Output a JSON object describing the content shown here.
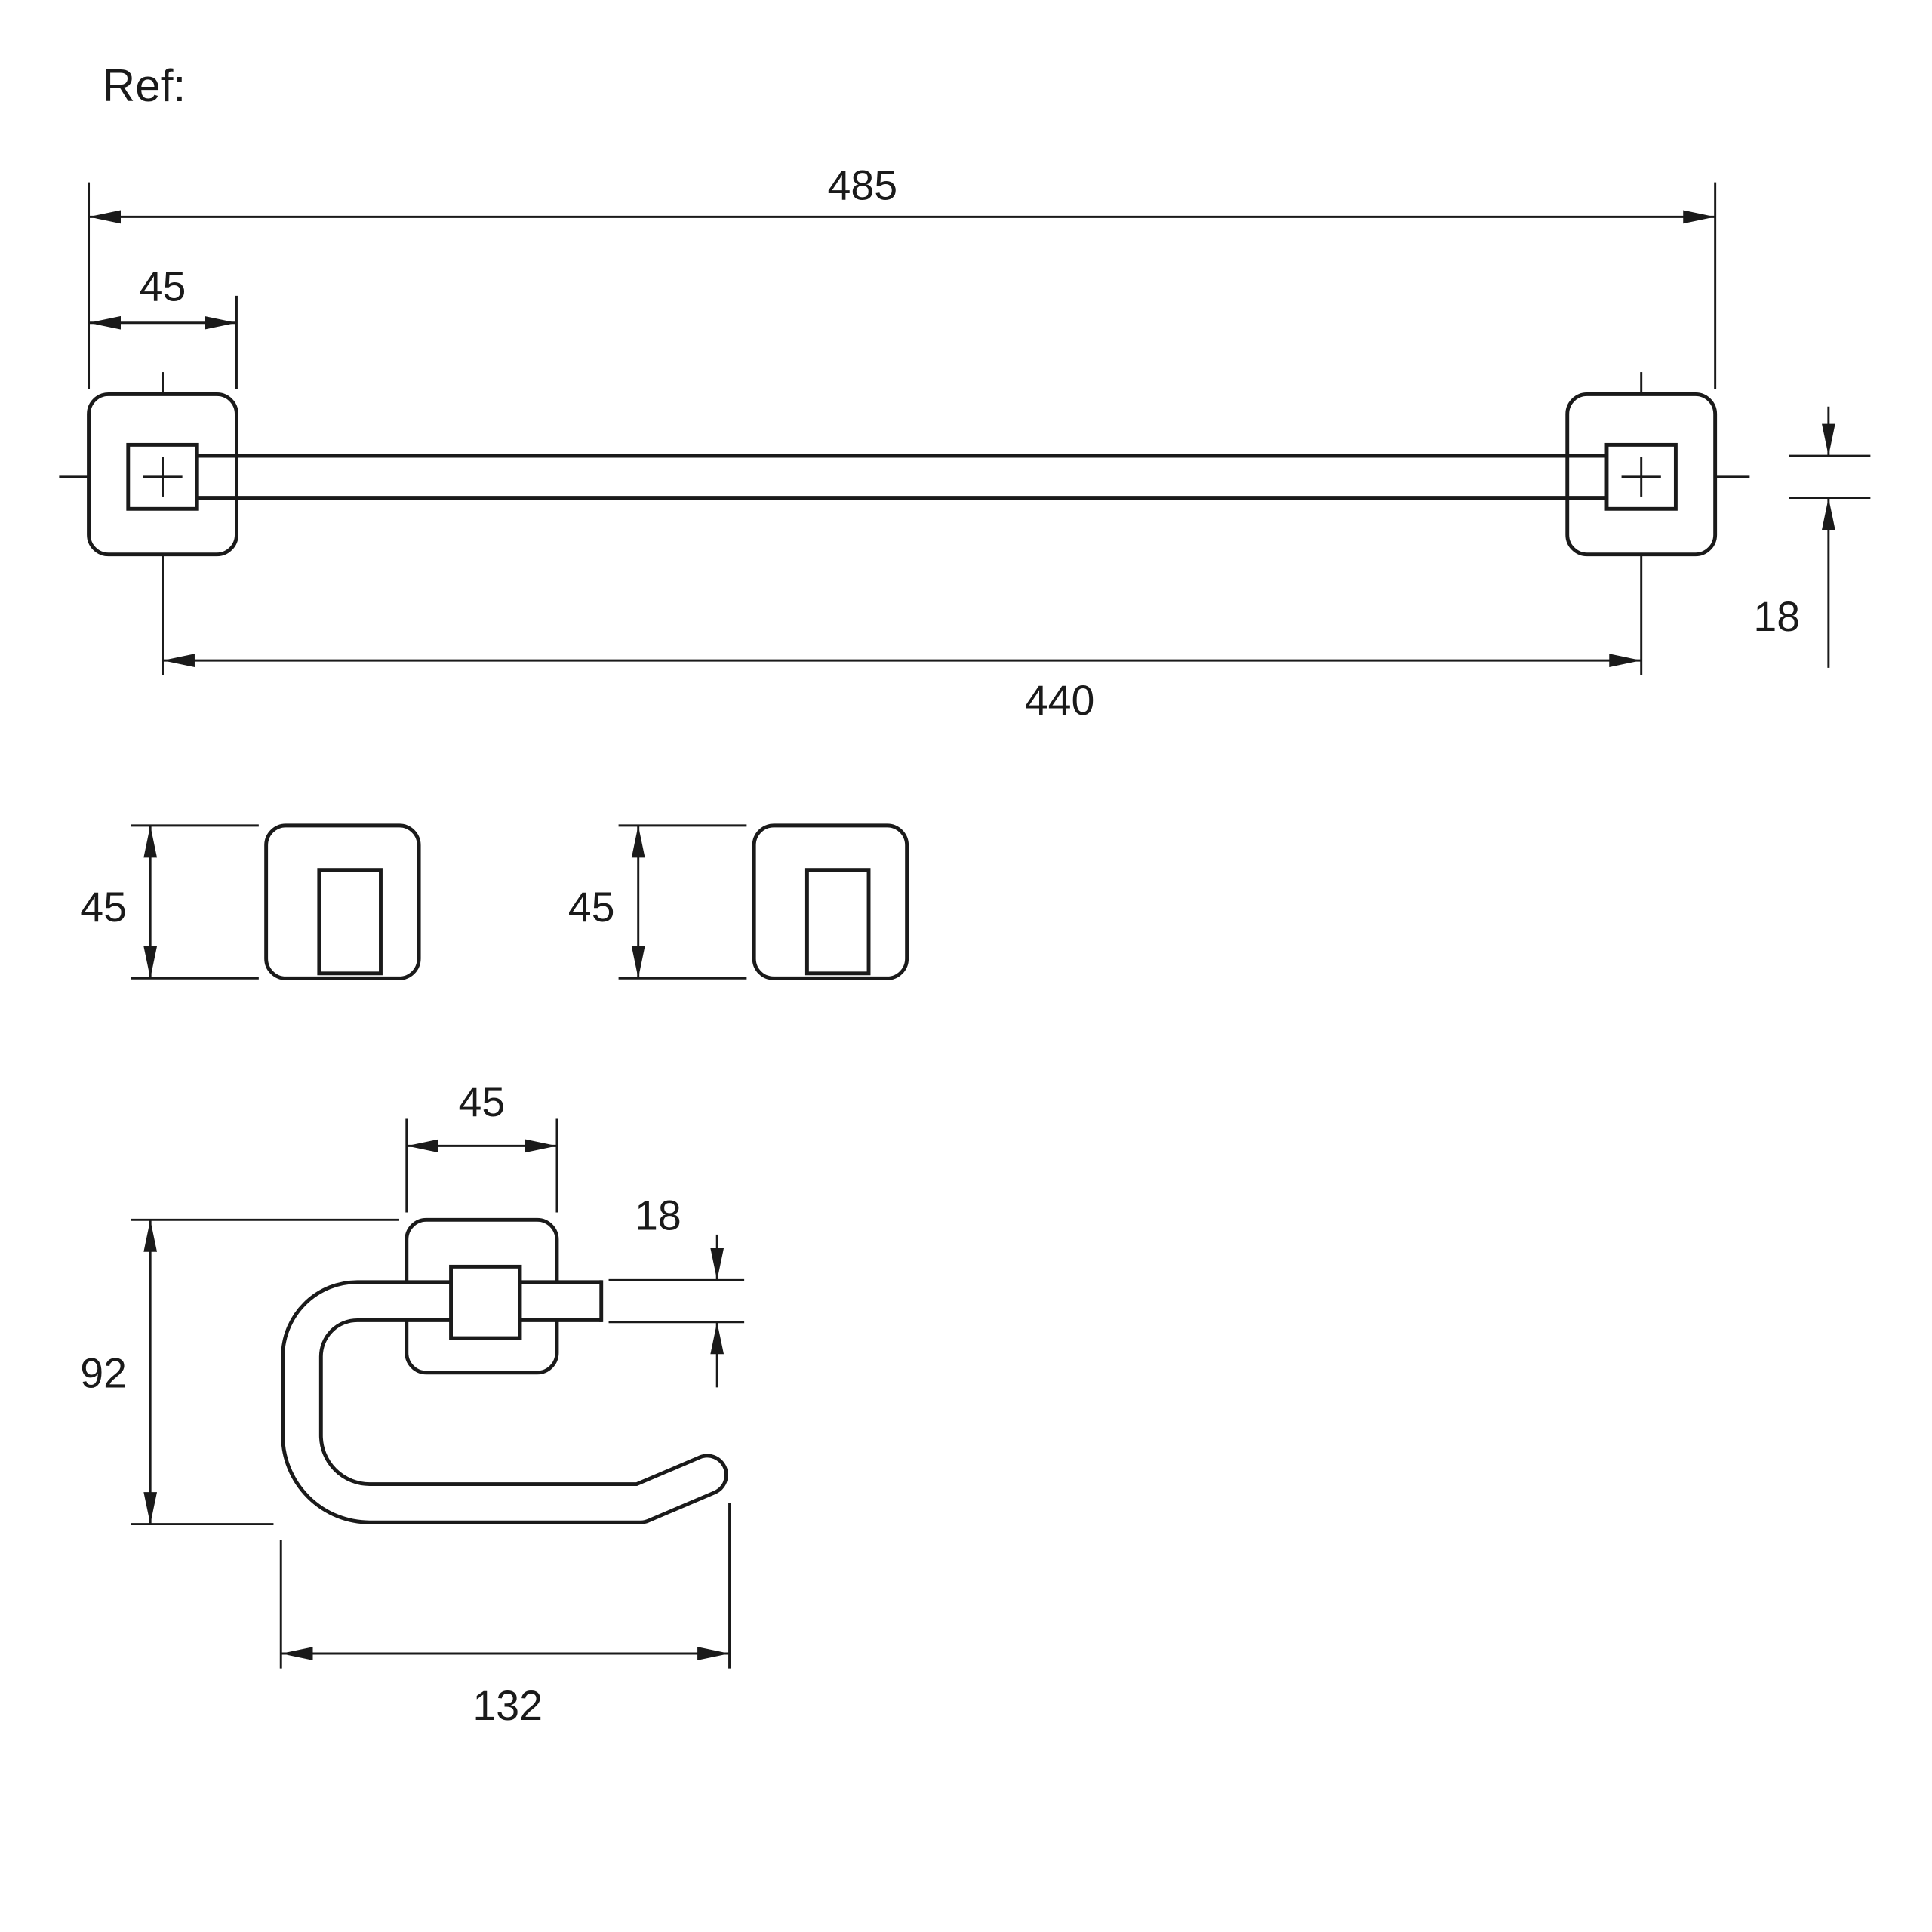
{
  "header": {
    "ref_label": "Ref:"
  },
  "towel_bar": {
    "overall_width": "485",
    "bracket_width": "45",
    "bar_thickness": "18",
    "fixing_centres": "440"
  },
  "hook_left": {
    "size": "45"
  },
  "hook_right": {
    "size": "45"
  },
  "roll_holder": {
    "bracket_width": "45",
    "bar_thickness": "18",
    "height": "92",
    "width": "132"
  },
  "colors": {
    "line": "#1a1a1a",
    "background": "#ffffff"
  }
}
